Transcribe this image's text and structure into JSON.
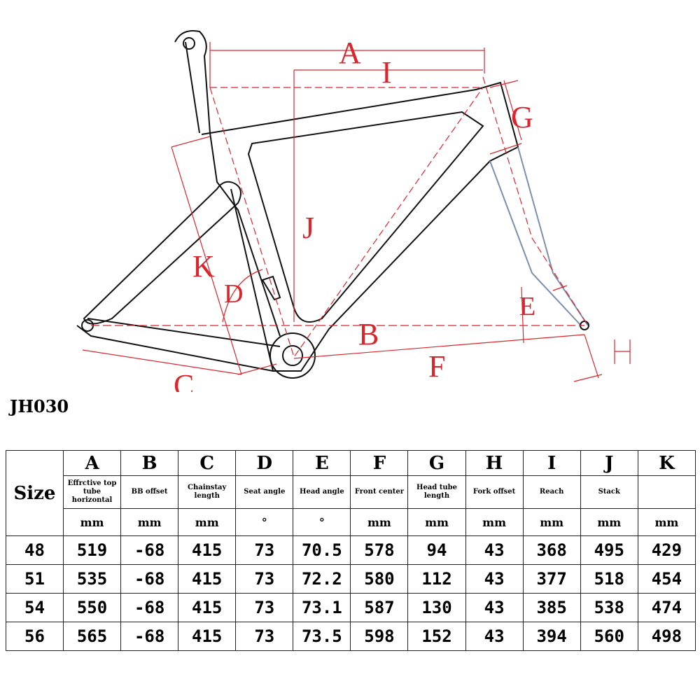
{
  "diagram": {
    "labels": [
      "A",
      "I",
      "G",
      "J",
      "K",
      "D",
      "E",
      "B",
      "F",
      "C",
      "H"
    ]
  },
  "model": "JH030",
  "table": {
    "size_label": "Size",
    "columns": [
      {
        "letter": "A",
        "desc": "Effrctive top tube horizontal",
        "unit": "mm"
      },
      {
        "letter": "B",
        "desc": "BB offset",
        "unit": "mm"
      },
      {
        "letter": "C",
        "desc": "Chainstay length",
        "unit": "mm"
      },
      {
        "letter": "D",
        "desc": "Seat angle",
        "unit": "°"
      },
      {
        "letter": "E",
        "desc": "Head angle",
        "unit": "°"
      },
      {
        "letter": "F",
        "desc": "Front center",
        "unit": "mm"
      },
      {
        "letter": "G",
        "desc": "Head tube length",
        "unit": "mm"
      },
      {
        "letter": "H",
        "desc": "Fork offset",
        "unit": "mm"
      },
      {
        "letter": "I",
        "desc": "Reach",
        "unit": "mm"
      },
      {
        "letter": "J",
        "desc": "Stack",
        "unit": "mm"
      },
      {
        "letter": "K",
        "desc": "",
        "unit": "mm"
      }
    ],
    "rows": [
      [
        "48",
        "519",
        "-68",
        "415",
        "73",
        "70.5",
        "578",
        "94",
        "43",
        "368",
        "495",
        "429"
      ],
      [
        "51",
        "535",
        "-68",
        "415",
        "73",
        "72.2",
        "580",
        "112",
        "43",
        "377",
        "518",
        "454"
      ],
      [
        "54",
        "550",
        "-68",
        "415",
        "73",
        "73.1",
        "587",
        "130",
        "43",
        "385",
        "538",
        "474"
      ],
      [
        "56",
        "565",
        "-68",
        "415",
        "73",
        "73.5",
        "598",
        "152",
        "43",
        "394",
        "560",
        "498"
      ]
    ]
  }
}
